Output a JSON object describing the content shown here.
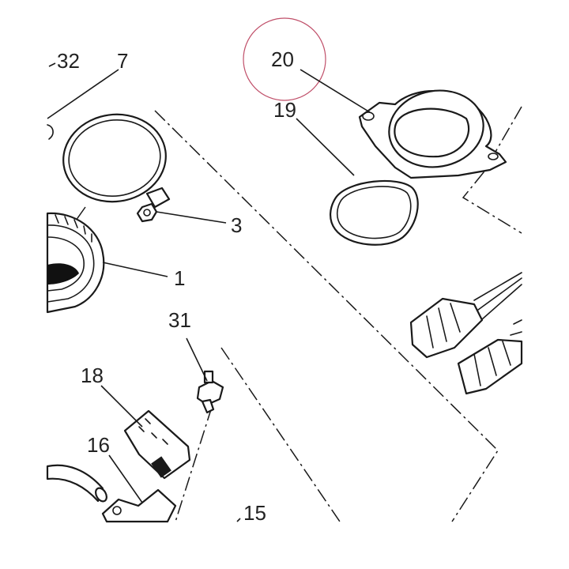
{
  "callouts": {
    "c32": "32",
    "c7": "7",
    "c3": "3",
    "c1": "1",
    "c20": "20",
    "c19": "19",
    "c31": "31",
    "c18": "18",
    "c16": "16",
    "c15": "15"
  },
  "colors": {
    "line": "#1a1a1a",
    "text": "#222222",
    "mark": "#c0506a",
    "background": "#ffffff"
  }
}
